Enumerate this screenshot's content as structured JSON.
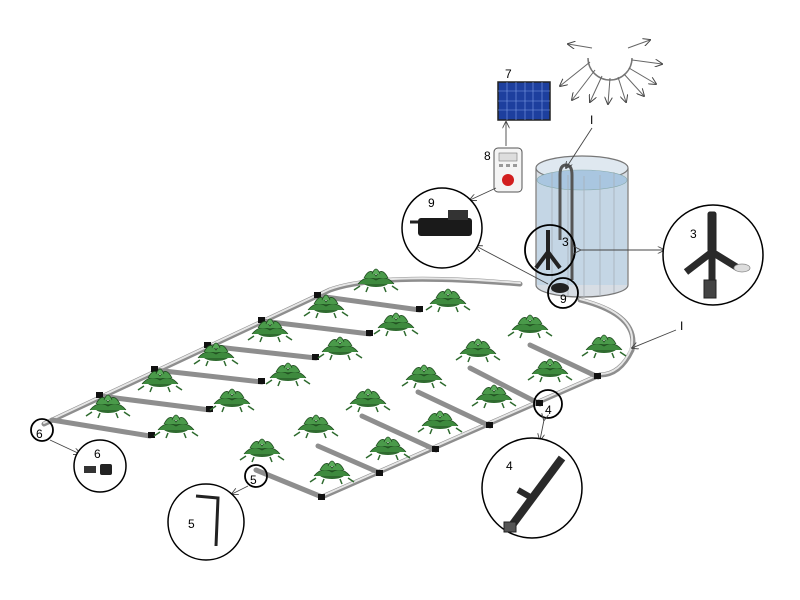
{
  "labels": {
    "water_tank_pipe": "I",
    "main_line": "I",
    "connector_tee": "3",
    "connector_tee_detail": "3",
    "connector_inline": "4",
    "connector_inline_detail": "4",
    "dripper": "5",
    "dripper_detail": "5",
    "end_cap": "6",
    "end_cap_detail": "6",
    "solar_panel": "7",
    "controller": "8",
    "pump": "9",
    "pump_detail": "9"
  },
  "icons": [
    "sun-icon",
    "solar-panel-icon",
    "controller-icon",
    "pump-icon",
    "water-tank-icon",
    "plant-icon"
  ],
  "colors": {
    "pipe": "#8e8e8e",
    "water": "#bcd3e6",
    "solar_panel": "#1d3f9e",
    "plant": "#2f6b2f",
    "controller_accent": "#d21f1f"
  }
}
